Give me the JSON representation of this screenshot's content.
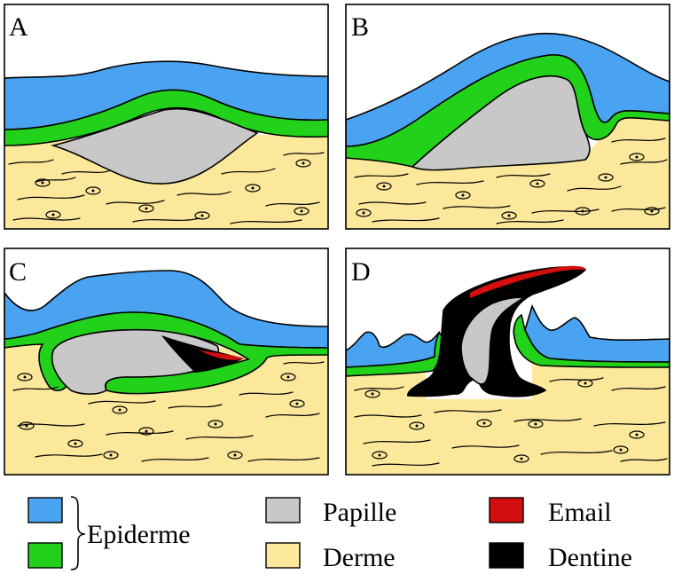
{
  "panels": [
    {
      "id": "A",
      "label": "A"
    },
    {
      "id": "B",
      "label": "B"
    },
    {
      "id": "C",
      "label": "C"
    },
    {
      "id": "D",
      "label": "D"
    }
  ],
  "legend": {
    "epiderme_group_label": "Epiderme",
    "papille": "Papille",
    "derme": "Derme",
    "email": "Email",
    "dentine": "Dentine"
  },
  "colors": {
    "epiderme_outer": "#4aa3f0",
    "epiderme_inner": "#22d11a",
    "papille": "#c8c8c8",
    "derme": "#fbe89a",
    "email": "#d40f0f",
    "dentine": "#000000"
  }
}
